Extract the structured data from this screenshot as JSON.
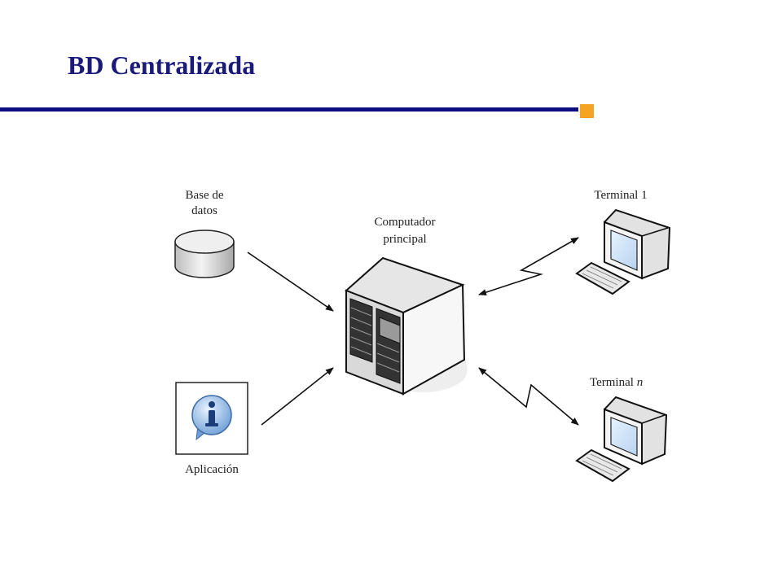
{
  "slide": {
    "title": "BD Centralizada"
  },
  "diagram": {
    "database": {
      "label_line1": "Base de",
      "label_line2": "datos"
    },
    "application": {
      "label": "Aplicación",
      "icon": "info-icon"
    },
    "server": {
      "label_line1": "Computador",
      "label_line2": "principal"
    },
    "terminal_1": {
      "label": "Terminal 1"
    },
    "terminal_n": {
      "label": "Terminal",
      "label_var": "n"
    }
  },
  "colors": {
    "title": "#1a1a7a",
    "rule": "#0d0d80",
    "accent": "#f5a323"
  }
}
